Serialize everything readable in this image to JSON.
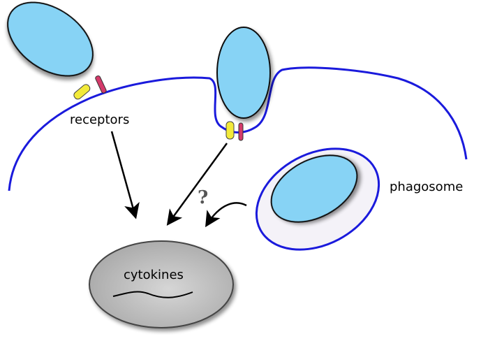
{
  "labels": {
    "receptors": "receptors",
    "phagosome": "phagosome",
    "cytokines": "cytokines",
    "question": "?"
  },
  "colors": {
    "membrane": "#1a1adc",
    "particle_fill": "#87d3f5",
    "particle_stroke": "#111111",
    "receptor_yellow": "#f2ea3a",
    "receptor_red": "#d43a6a",
    "nucleus_fill": "#b9b9b9",
    "nucleus_stroke": "#444444",
    "arrow": "#000000",
    "phagosome_fill": "#f4f2f8",
    "question_color": "#555555"
  },
  "icons": {
    "particles": [
      "bound-particle-icon",
      "engulfing-particle-icon",
      "internalized-particle-icon"
    ],
    "receptors": [
      "yellow-receptor-icon",
      "red-receptor-icon"
    ],
    "mrna": "mrna-strand-icon"
  }
}
